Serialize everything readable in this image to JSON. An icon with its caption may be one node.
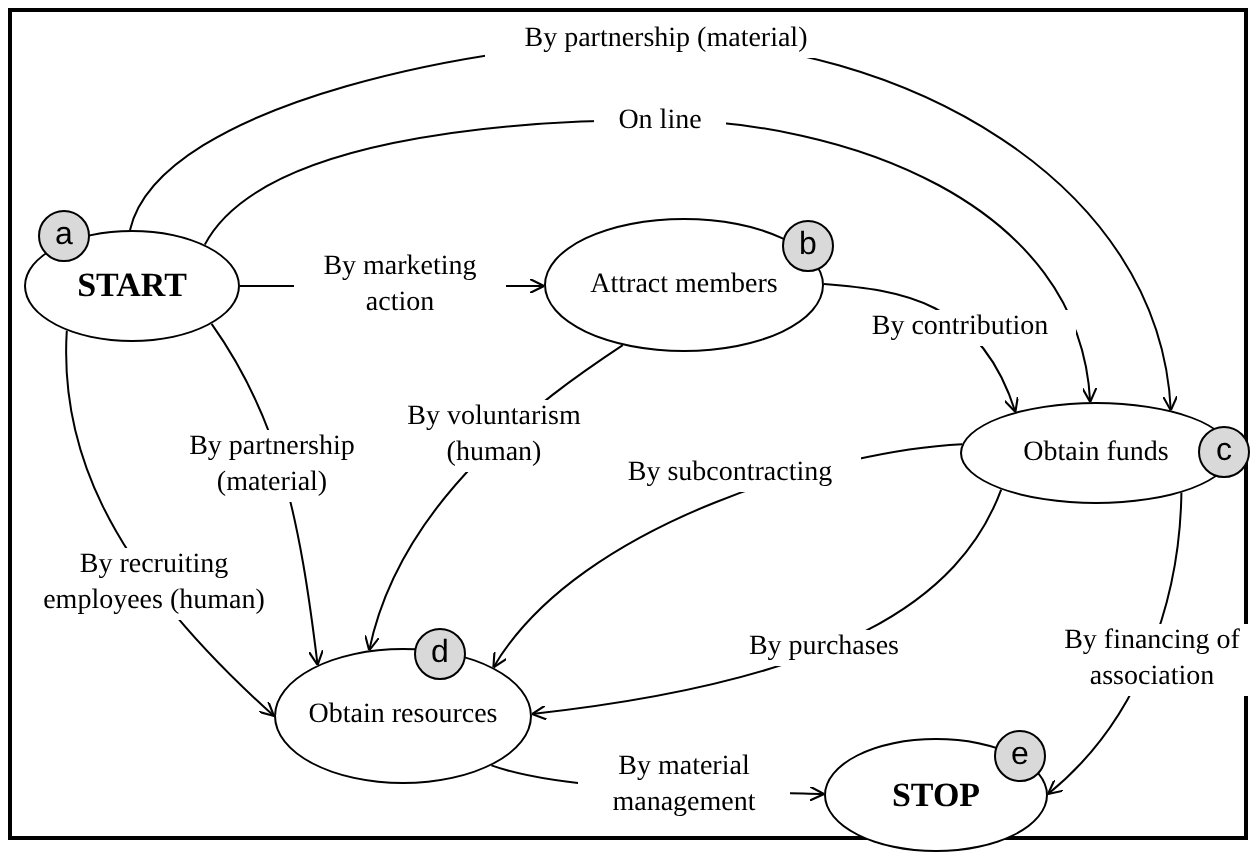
{
  "diagram": {
    "nodes": [
      {
        "text": [
          "a",
          "START"
        ]
      },
      {
        "text": [
          "b",
          "Attract members"
        ]
      },
      {
        "text": [
          "Obtain funds",
          "c"
        ]
      },
      {
        "text": [
          "d",
          "Obtain resources"
        ]
      },
      {
        "text": [
          "e",
          "STOP"
        ]
      }
    ],
    "edges": [
      {
        "from": 0,
        "to": 2,
        "arrow": "to",
        "label": "By partnership (material)"
      },
      {
        "from": 0,
        "to": 2,
        "arrow": "to",
        "label": "On line"
      },
      {
        "from": 0,
        "to": 1,
        "arrow": "to",
        "label": "By marketing action"
      },
      {
        "from": 1,
        "to": 2,
        "arrow": "to",
        "label": "By contribution"
      },
      {
        "from": 1,
        "to": 3,
        "arrow": "to",
        "label": "By voluntarism (human)"
      },
      {
        "from": 0,
        "to": 3,
        "arrow": "to",
        "label": "By partnership (material)"
      },
      {
        "from": 0,
        "to": 3,
        "arrow": "to",
        "label": "By recruiting employees (human)"
      },
      {
        "from": 2,
        "to": 3,
        "arrow": "to",
        "label": "By subcontracting"
      },
      {
        "from": 2,
        "to": 3,
        "arrow": "to",
        "label": "By purchases"
      },
      {
        "from": 2,
        "to": 4,
        "arrow": "to",
        "label": "By financing of association"
      },
      {
        "from": 3,
        "to": 4,
        "arrow": "to",
        "label": "By material management"
      }
    ]
  }
}
